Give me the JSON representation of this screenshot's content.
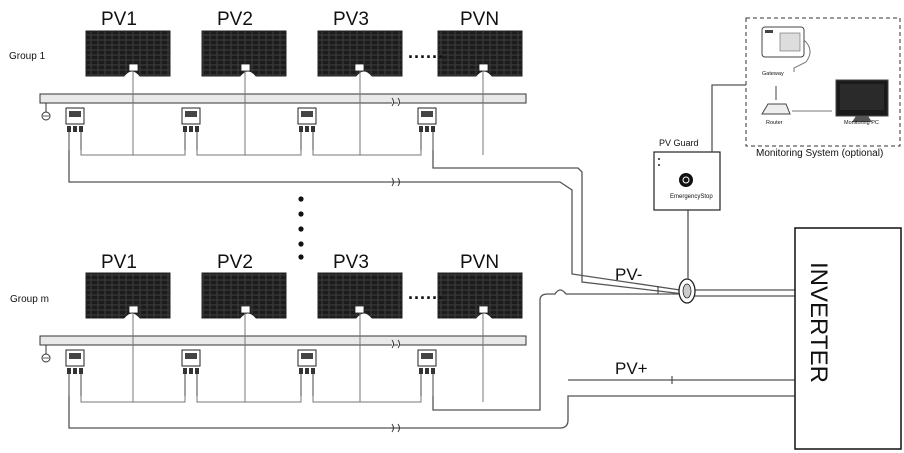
{
  "groups": [
    {
      "label": "Group 1"
    },
    {
      "label": "Group m"
    }
  ],
  "panels": [
    "PV1",
    "PV2",
    "PV3",
    "PVN"
  ],
  "ellipsis": "......",
  "bus": {
    "negative": "PV-",
    "positive": "PV+"
  },
  "pv_guard": {
    "title": "PV Guard",
    "button": "EmergencyStop"
  },
  "inverter": {
    "label": "INVERTER"
  },
  "monitoring": {
    "caption": "Monitoring System (optional)",
    "gateway": "Gateway",
    "router": "Router",
    "pc": "Monitoring PC"
  }
}
